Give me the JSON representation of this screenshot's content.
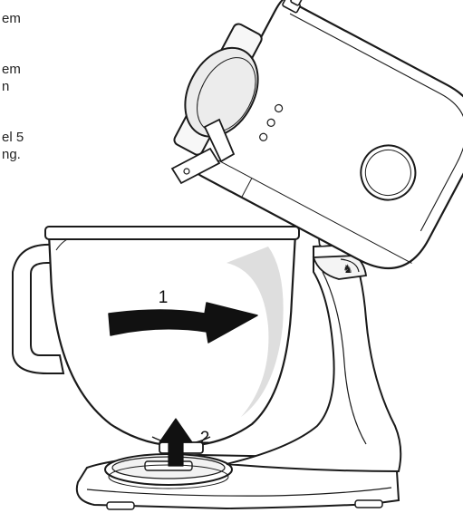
{
  "text_fragments": [
    "em",
    "em",
    "n",
    "el 5",
    "ng."
  ],
  "step_labels": [
    "1",
    "2"
  ],
  "colors": {
    "stroke": "#1a1a1a",
    "fill_light": "#f7f7f7",
    "fill_white": "#ffffff",
    "shade": "#dcdcdc",
    "arrow": "#111111"
  }
}
